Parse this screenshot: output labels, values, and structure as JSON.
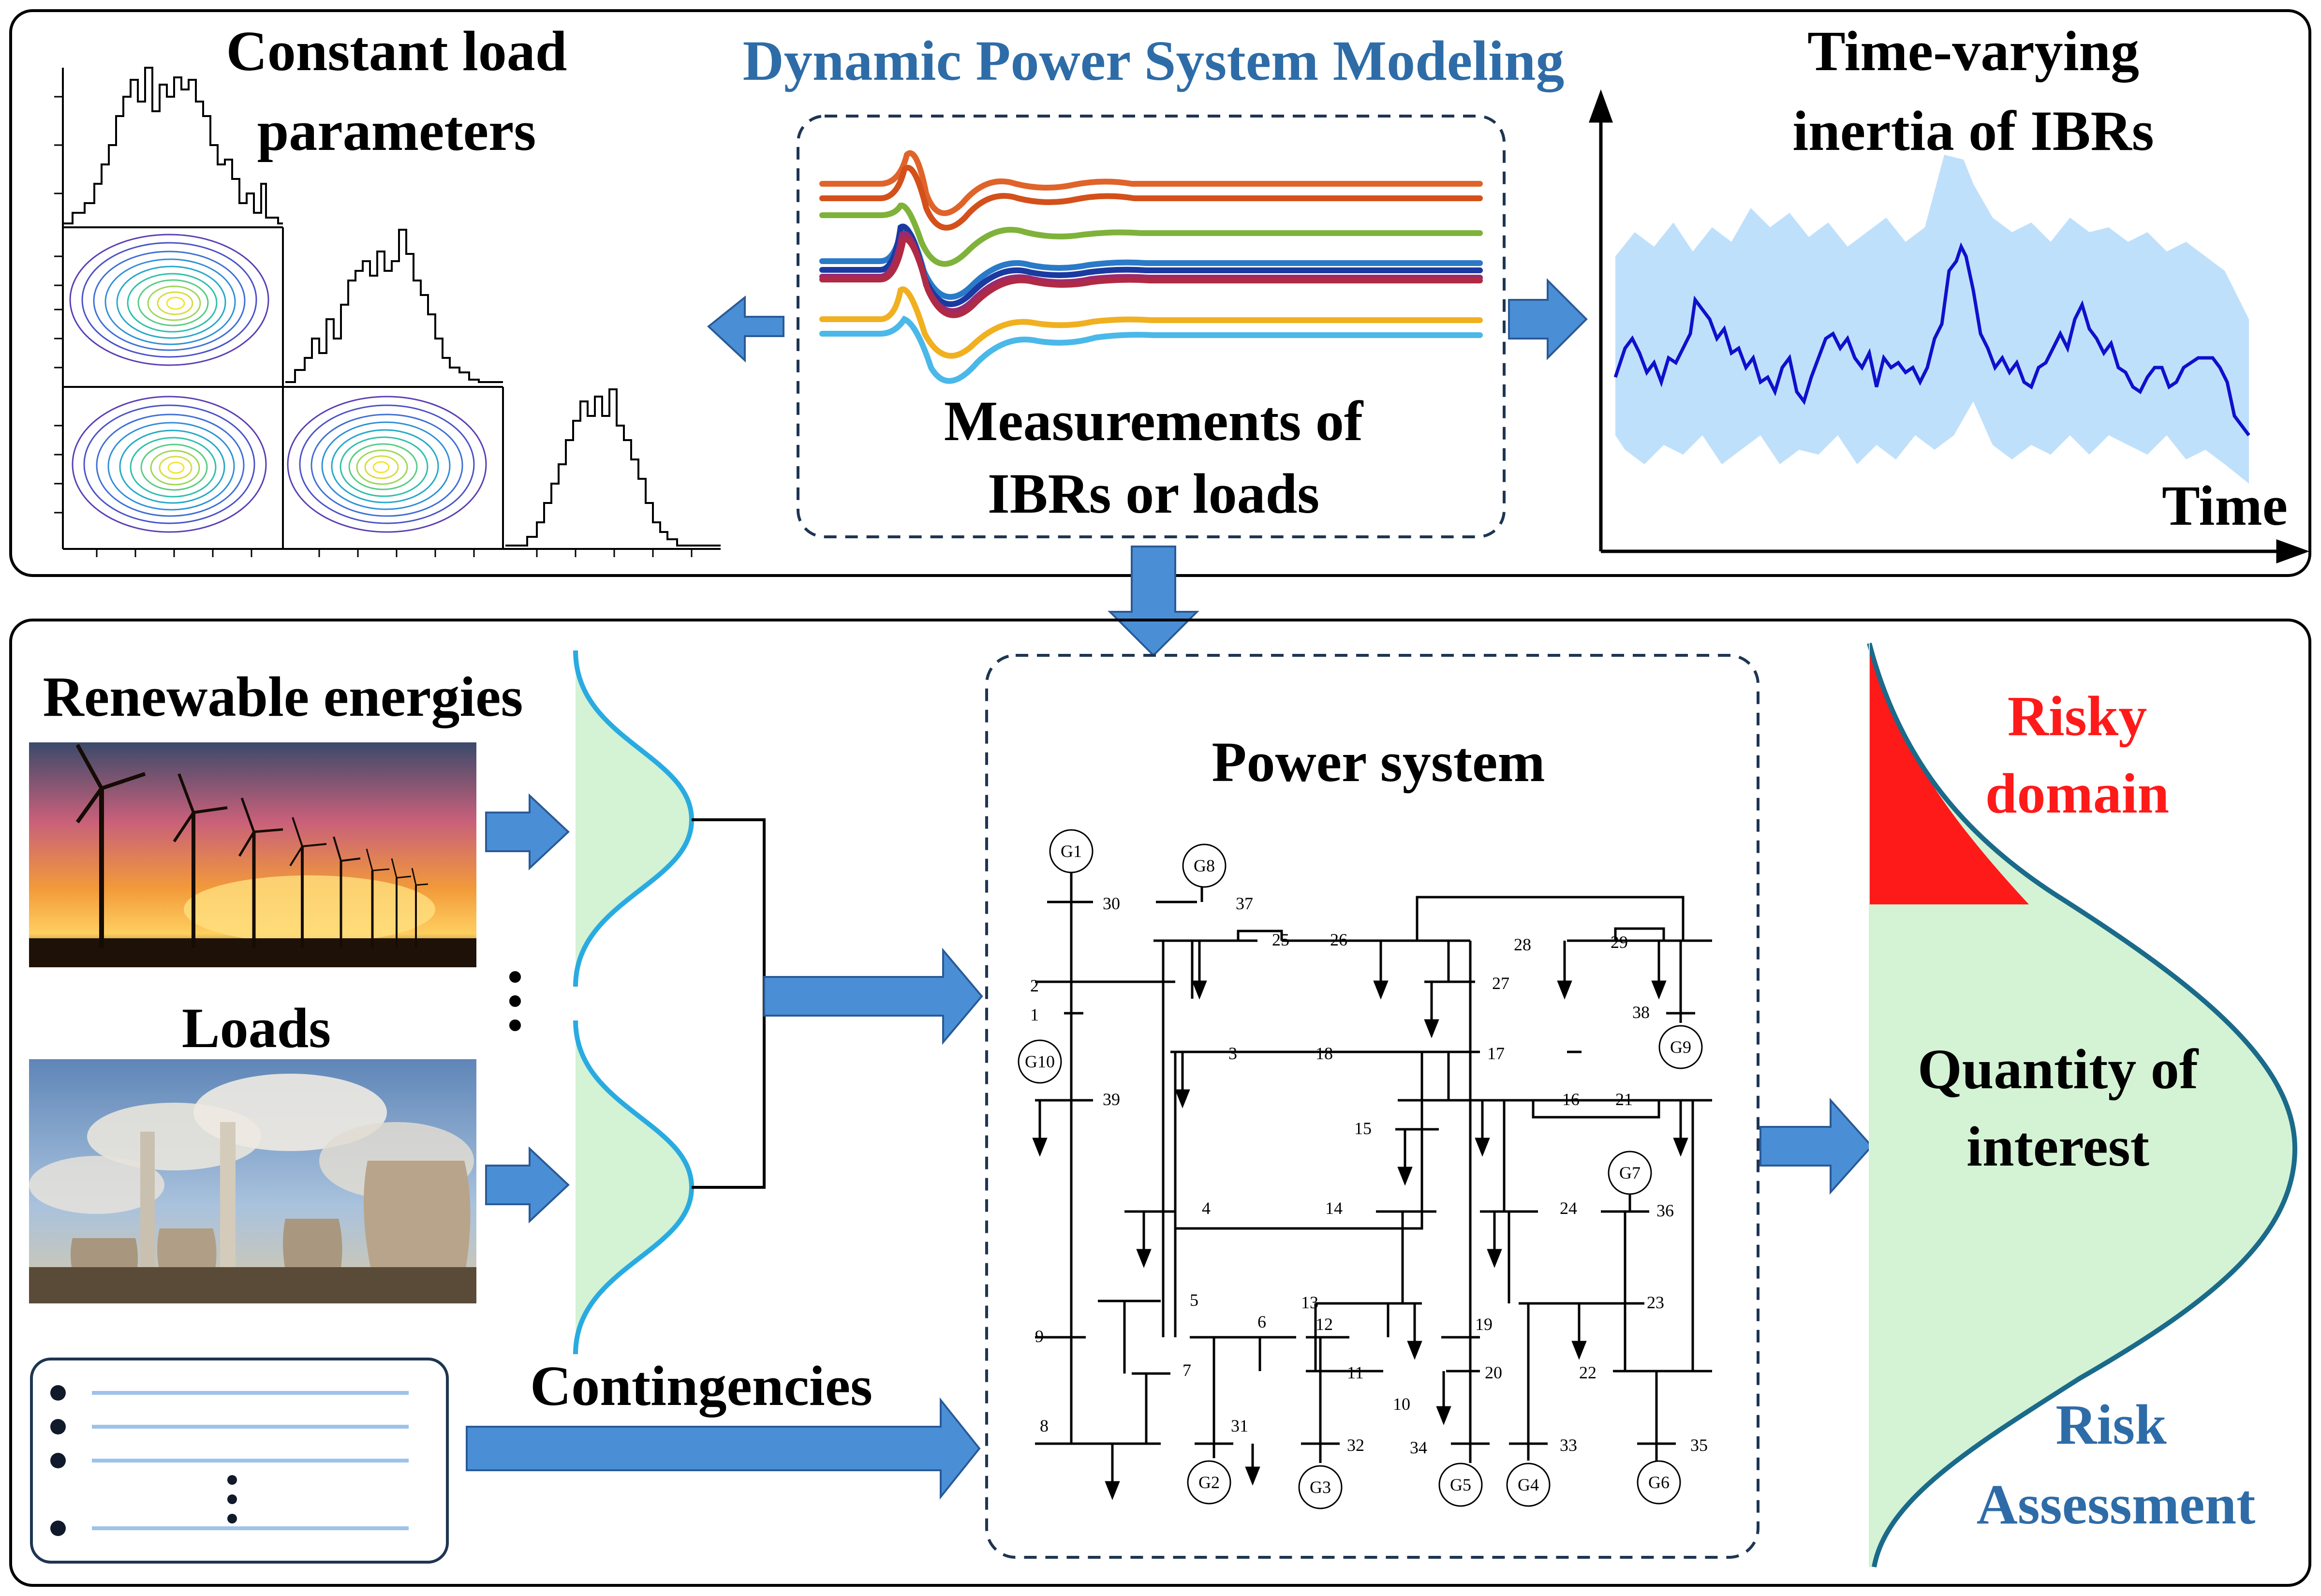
{
  "top_panel": {
    "title": "Dynamic Power System Modeling",
    "constant_load_line1": "Constant load",
    "constant_load_line2": "parameters",
    "measurements_line1": "Measurements of",
    "measurements_line2": "IBRs or loads",
    "inertia_line1": "Time-varying",
    "inertia_line2": "inertia of IBRs",
    "time_axis_label": "Time"
  },
  "bottom_panel": {
    "renewables_label": "Renewable energies",
    "loads_label": "Loads",
    "contingencies_label": "Contingencies",
    "power_system_label": "Power system",
    "risky_line1": "Risky",
    "risky_line2": "domain",
    "qoi_line1": "Quantity of",
    "qoi_line2": "interest",
    "risk_line1": "Risk",
    "risk_line2": "Assessment"
  },
  "network": {
    "generators": [
      "G1",
      "G2",
      "G3",
      "G4",
      "G5",
      "G6",
      "G7",
      "G8",
      "G9",
      "G10"
    ],
    "buses": [
      "1",
      "2",
      "3",
      "4",
      "5",
      "6",
      "7",
      "8",
      "9",
      "10",
      "11",
      "12",
      "13",
      "14",
      "15",
      "16",
      "17",
      "18",
      "19",
      "20",
      "21",
      "22",
      "23",
      "24",
      "25",
      "26",
      "27",
      "28",
      "29",
      "30",
      "31",
      "32",
      "33",
      "34",
      "35",
      "36",
      "37",
      "38",
      "39"
    ]
  },
  "colors": {
    "title_blue": "#2e6ca8",
    "risky_red": "#ff1a1a",
    "arrow_blue": "#4a8fd6",
    "pdf_fill": "#d4f2d4",
    "pdf_edge": "#29abe2",
    "band_blue": "#bfe0fb",
    "inertia_line": "#1010cc"
  },
  "icons": {
    "wind_photo": "wind-turbine-sunset-photo",
    "plant_photo": "power-plant-photo",
    "list": "bulleted-list-icon"
  }
}
